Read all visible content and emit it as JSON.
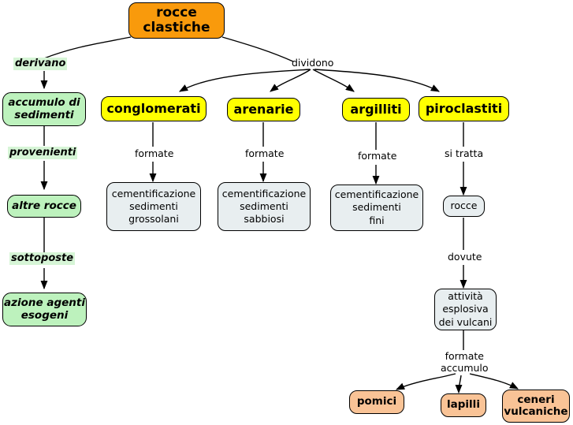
{
  "diagram": {
    "title": "rocce clastiche",
    "background": "#ffffff",
    "colors": {
      "root": "#F99A0C",
      "green_node": "#bdf2bd",
      "green_label": "#d6f5d6",
      "yellow_node": "#ffff00",
      "grey_node": "#e8eef0",
      "peach_node": "#f9c396",
      "stroke": "#000000"
    }
  },
  "nodes": {
    "root": "rocce\nclastiche",
    "accumulo": "accumulo di\nsedimenti",
    "altre_rocce": "altre rocce",
    "azione_agenti": "azione agenti\nesogeni",
    "conglomerati": "conglomerati",
    "arenarie": "arenarie",
    "argilliti": "argilliti",
    "piroclastiti": "piroclastiti",
    "cem_grossolani": "cementificazione\nsedimenti\ngrossolani",
    "cem_sabbiosi": "cementificazione\nsedimenti\nsabbiosi",
    "cem_fini": "cementificazione\nsedimenti\nfini",
    "rocce": "rocce",
    "attivita": "attività\nesplosiva\ndei vulcani",
    "pomici": "pomici",
    "lapilli": "lapilli",
    "ceneri": "ceneri\nvulcaniche"
  },
  "labels": {
    "derivano": "derivano",
    "provenienti": "provenienti",
    "sottoposte": "sottoposte",
    "dividono": "dividono",
    "formate_1": "formate",
    "formate_2": "formate",
    "formate_3": "formate",
    "si_tratta": "si tratta",
    "dovute": "dovute",
    "formate_accumulo": "formate\naccumulo"
  }
}
